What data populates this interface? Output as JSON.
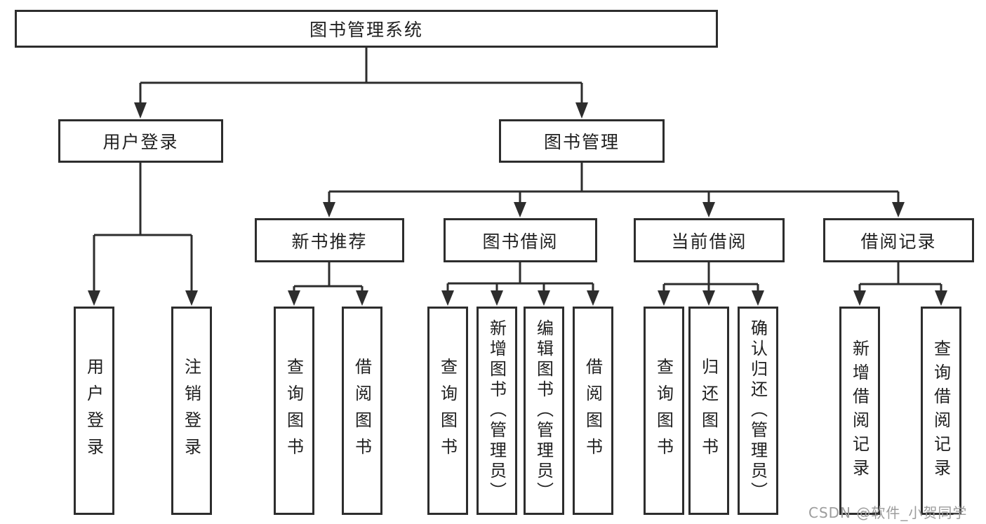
{
  "tree": {
    "root": {
      "label": "图书管理系统"
    },
    "branches": [
      {
        "label": "用户登录",
        "children": [
          {
            "label": "用户登录"
          },
          {
            "label": "注销登录"
          }
        ]
      },
      {
        "label": "图书管理",
        "children": [
          {
            "label": "新书推荐",
            "children": [
              {
                "label": "查询图书"
              },
              {
                "label": "借阅图书"
              }
            ]
          },
          {
            "label": "图书借阅",
            "children": [
              {
                "label": "查询图书"
              },
              {
                "label": "新增图书（管理员）"
              },
              {
                "label": "编辑图书（管理员）"
              },
              {
                "label": "借阅图书"
              }
            ]
          },
          {
            "label": "当前借阅",
            "children": [
              {
                "label": "查询图书"
              },
              {
                "label": "归还图书"
              },
              {
                "label": "确认归还（管理员）"
              }
            ]
          },
          {
            "label": "借阅记录",
            "children": [
              {
                "label": "新增借阅记录"
              },
              {
                "label": "查询借阅记录"
              }
            ]
          }
        ]
      }
    ]
  },
  "watermark": {
    "text": "CSDN @软件_小贺同学"
  },
  "colors": {
    "line": "#2d2d2d",
    "box_border": "#2d2d2d",
    "text": "#1f1f1f",
    "watermark": "#9c9c9c",
    "background": "#ffffff"
  }
}
